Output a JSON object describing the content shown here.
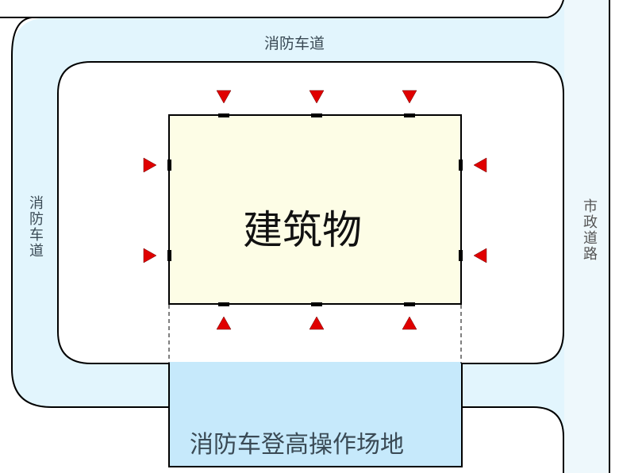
{
  "labels": {
    "top_road": "消防车道",
    "left_road": "消防车道",
    "municipal_road": "市政道路",
    "building": "建筑物",
    "operation_area": "消防车登高操作场地"
  },
  "colors": {
    "road": "#e2f5fd",
    "operation_area": "#c6e9fb",
    "building": "#fdfde6",
    "entrance_marker": "#e00000"
  }
}
